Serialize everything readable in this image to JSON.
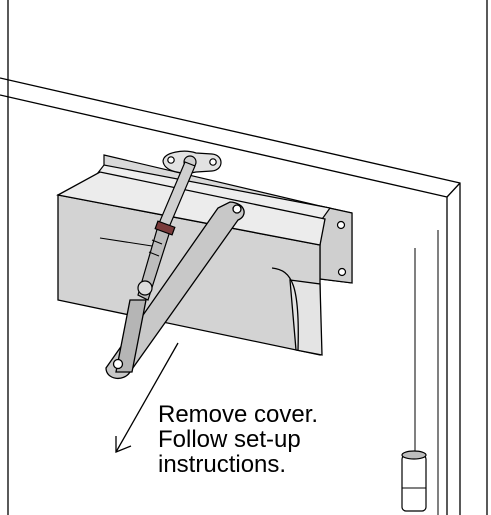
{
  "caption": {
    "lines": [
      "Remove cover.",
      "Follow set-up",
      "instructions."
    ]
  },
  "colors": {
    "line": "#000000",
    "metal": "#d6d6d6",
    "metal_dark": "#b9b9b9",
    "arm": "#c4c4c4",
    "background": "#ffffff"
  }
}
